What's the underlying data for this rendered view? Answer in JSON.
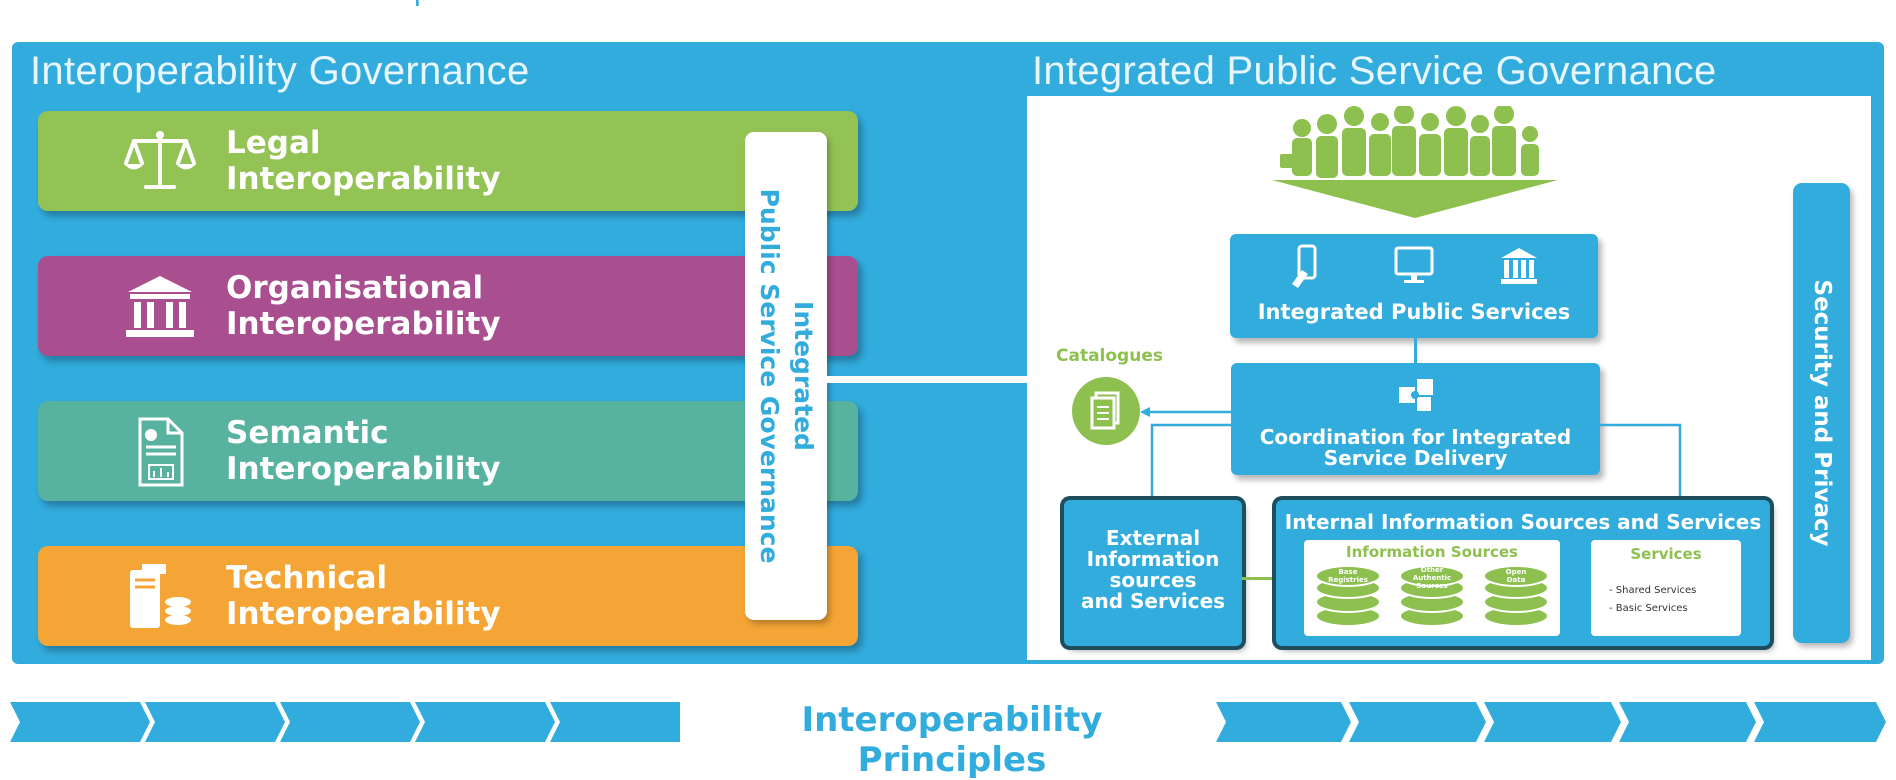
{
  "header_fragment": "p",
  "left_section": {
    "title": "Interoperability Governance",
    "layers": [
      {
        "line1": "Legal",
        "line2": "Interoperability",
        "color": "#94c355",
        "icon": "scales-icon"
      },
      {
        "line1": "Organisational",
        "line2": "Interoperability",
        "color": "#a94f8f",
        "icon": "building-icon"
      },
      {
        "line1": "Semantic",
        "line2": "Interoperability",
        "color": "#57b39f",
        "icon": "document-icon"
      },
      {
        "line1": "Technical",
        "line2": "Interoperability",
        "color": "#f4a535",
        "icon": "server-icon"
      }
    ],
    "vertical_line1": "Integrated",
    "vertical_line2": "Public Service Governance"
  },
  "right_section": {
    "title": "Integrated Public Service Governance",
    "integrated_services": "Integrated Public Services",
    "coordination_line1": "Coordination for Integrated",
    "coordination_line2": "Service Delivery",
    "catalogues": "Catalogues",
    "external": [
      "External",
      "Information",
      "sources",
      "and Services"
    ],
    "internal_title": "Internal Information Sources and Services",
    "info_sources_title": "Information Sources",
    "disks": [
      [
        "Base",
        "Registries"
      ],
      [
        "Other",
        "Authentic",
        "Sources"
      ],
      [
        "Open",
        "Data"
      ]
    ],
    "services_title": "Services",
    "services_items": [
      "- Shared Services",
      "- Basic Services"
    ],
    "security": "Security and Privacy"
  },
  "principles": "Interoperability Principles",
  "colors": {
    "blue": "#32abdd",
    "green": "#94c355",
    "purple": "#a94f8f",
    "teal": "#57b39f",
    "orange": "#f4a535",
    "dark": "#1e4d5e"
  }
}
